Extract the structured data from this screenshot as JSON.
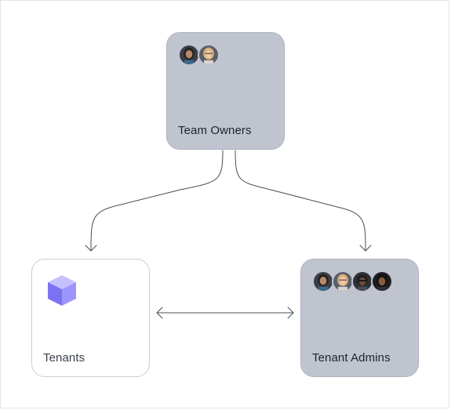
{
  "diagram": {
    "nodes": {
      "team_owners": {
        "label": "Team Owners",
        "avatar_count": 2
      },
      "tenants": {
        "label": "Tenants",
        "icon": "cube-icon"
      },
      "tenant_admins": {
        "label": "Tenant Admins",
        "avatar_count": 4
      }
    },
    "edges": [
      {
        "from": "Team Owners",
        "to": "Tenants",
        "direction": "one-way"
      },
      {
        "from": "Team Owners",
        "to": "Tenant Admins",
        "direction": "one-way"
      },
      {
        "from": "Tenants",
        "to": "Tenant Admins",
        "direction": "two-way"
      }
    ]
  },
  "colors": {
    "node_fill": "#c0c4cf",
    "node_outline": "#c9ccd6",
    "connector": "#4a4d57",
    "cube_accent": "#7b72f2"
  }
}
